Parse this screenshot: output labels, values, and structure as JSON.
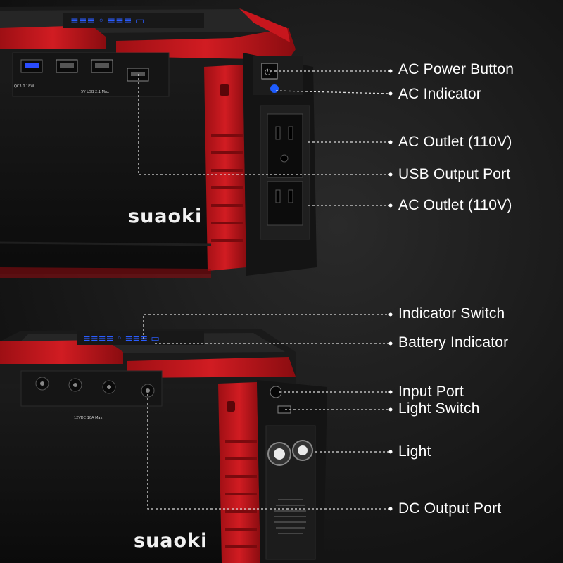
{
  "top_unit": {
    "brand": "suaoki",
    "usb_small_text_left": "QC3.0 18W",
    "usb_small_text_right": "5V USB 2.1 Max"
  },
  "bottom_unit": {
    "brand": "suaoki",
    "dc_small_text": "12VDC 10A Max"
  },
  "callouts": {
    "ac_power_button": "AC Power Button",
    "ac_indicator": "AC Indicator",
    "ac_outlet_1": "AC Outlet (110V)",
    "usb_output_port": "USB Output Port",
    "ac_outlet_2": "AC Outlet (110V)",
    "indicator_switch": "Indicator Switch",
    "battery_indicator": "Battery Indicator",
    "input_port": "Input Port",
    "light_switch": "Light Switch",
    "light": "Light",
    "dc_output_port": "DC Output Port"
  },
  "colors": {
    "red": "#c8161d",
    "body": "#111111",
    "panel": "#1c1c1c",
    "indicator_blue": "#1e5cff"
  }
}
